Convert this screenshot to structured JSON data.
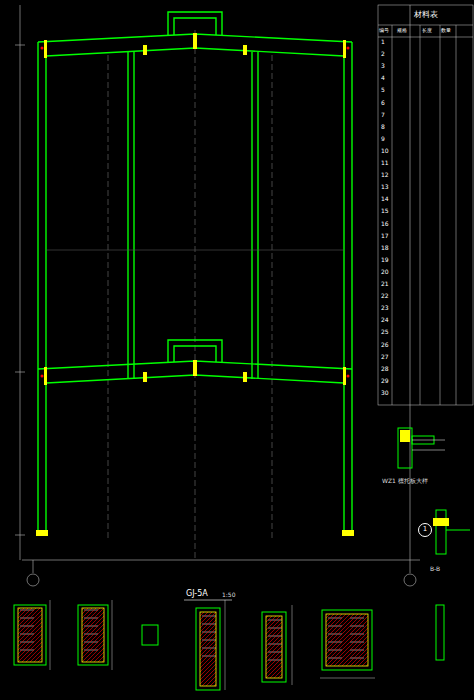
{
  "diagram": {
    "nodes": [
      {
        "text": [
          "材料表"
        ]
      },
      {
        "text": [
          "1"
        ]
      }
    ],
    "labels": [
      "GJ-5A",
      "1:50",
      "WZ1",
      "檩托板大样",
      "B-B",
      "编号",
      "规格",
      "长度",
      "数量",
      "1",
      "2",
      "3",
      "4",
      "5",
      "6",
      "7",
      "8",
      "9",
      "10",
      "11",
      "12",
      "13",
      "14",
      "15",
      "16",
      "17",
      "18",
      "19",
      "20",
      "21",
      "22",
      "23",
      "24",
      "25",
      "26",
      "27",
      "28",
      "29",
      "30"
    ]
  }
}
